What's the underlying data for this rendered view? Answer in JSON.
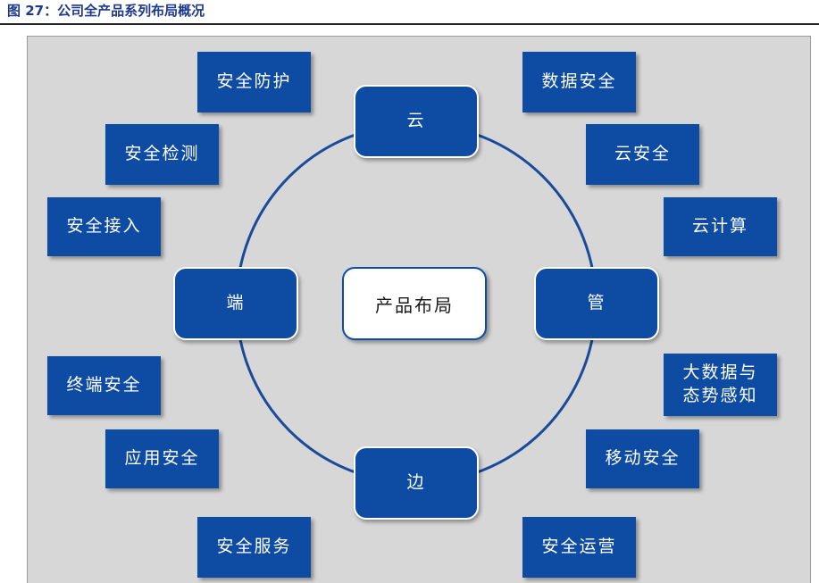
{
  "figure": {
    "title": "图 27：公司全产品系列布局概况"
  },
  "colors": {
    "box_fill": "#0e4ba3",
    "panel_fill": "#d7d7d7",
    "ring_stroke": "#1a4a9a",
    "title_color": "#1f3a8a"
  },
  "center": {
    "label": "产品布局"
  },
  "hubs": {
    "cloud": "云",
    "pipe": "管",
    "edge": "边",
    "terminal": "端"
  },
  "products": {
    "security_protection": "安全防护",
    "security_detection": "安全检测",
    "security_access": "安全接入",
    "endpoint_security": "终端安全",
    "application_security": "应用安全",
    "security_services": "安全服务",
    "data_security": "数据安全",
    "cloud_security": "云安全",
    "cloud_computing": "云计算",
    "big_data_line1": "大数据与",
    "big_data_line2": "态势感知",
    "mobile_security": "移动安全",
    "security_operations": "安全运营"
  }
}
